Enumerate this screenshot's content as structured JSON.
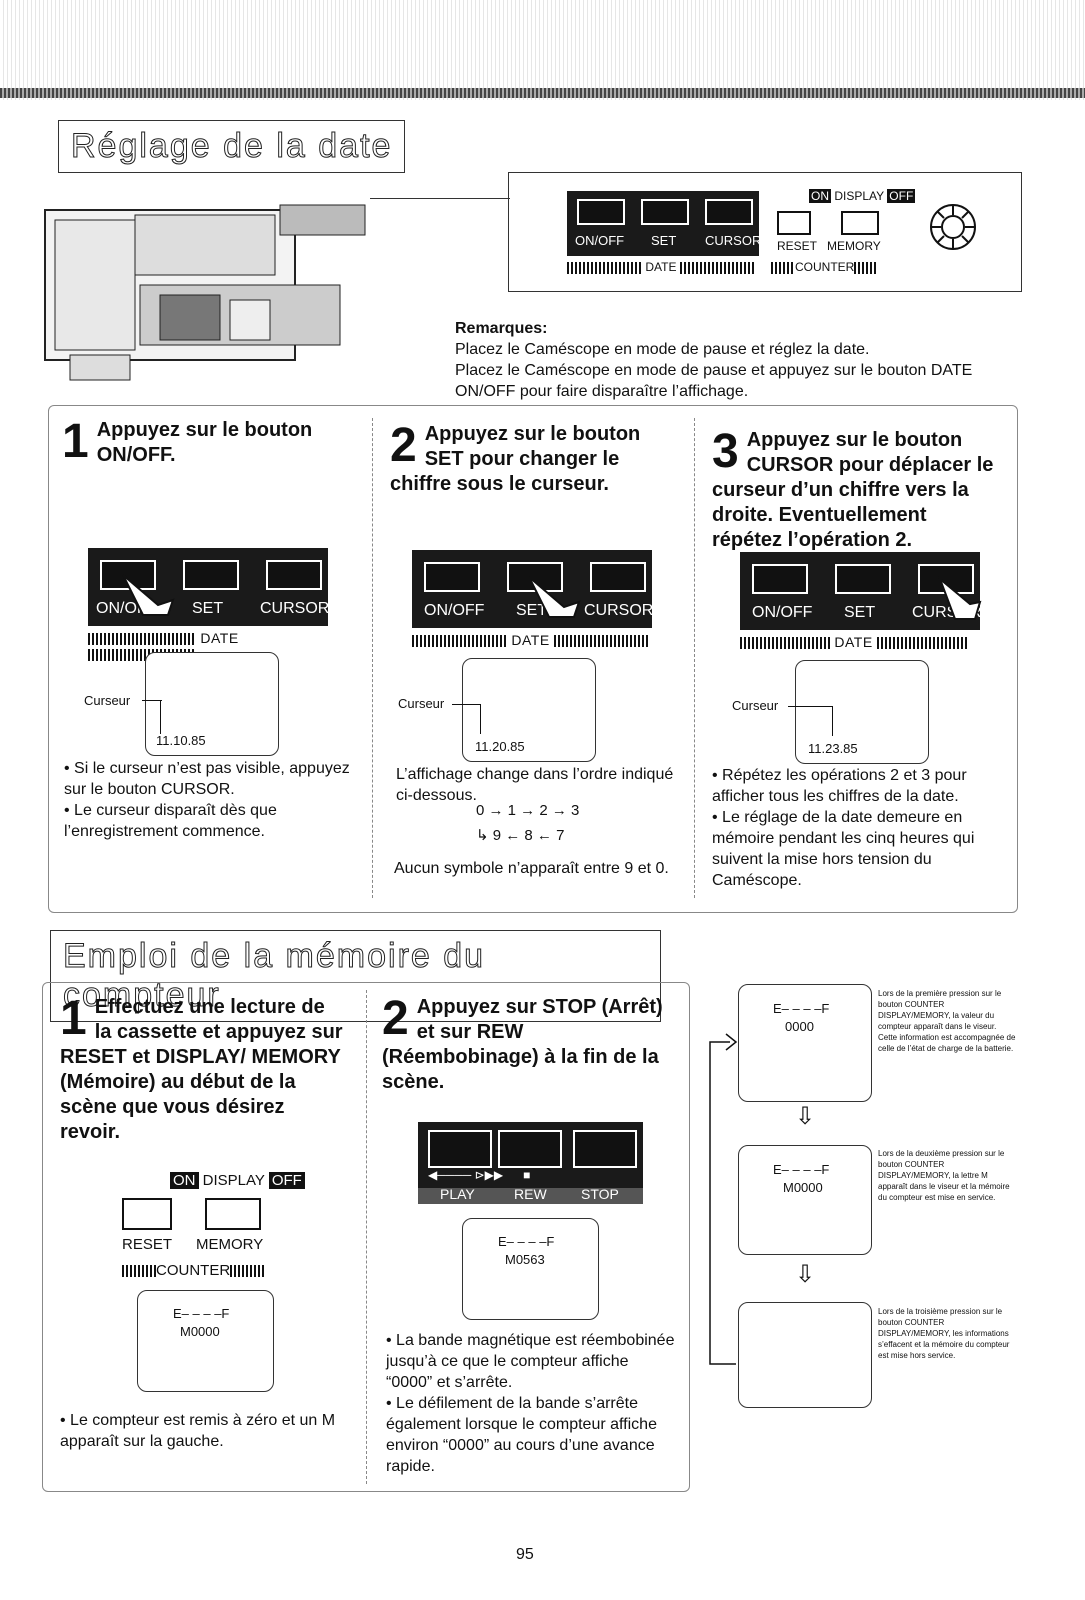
{
  "date_section": {
    "title": "Réglage de la date",
    "panel_buttons": {
      "on_off": "ON/OFF",
      "set": "SET",
      "cursor": "CURSOR",
      "date": "DATE",
      "display_on": "ON",
      "display": "DISPLAY",
      "display_off": "OFF",
      "reset": "RESET",
      "memory": "MEMORY",
      "counter": "COUNTER"
    },
    "remarks": {
      "heading": "Remarques:",
      "line1": "Placez le Caméscope en mode de pause et réglez la date.",
      "line2": "Placez le Caméscope en mode de pause et appuyez sur le bouton DATE ON/OFF pour faire disparaître l’affichage."
    },
    "steps": [
      {
        "num": "1",
        "heading": "Appuyez sur le bouton ON/OFF.",
        "cursor_label": "Curseur",
        "display": "11.10.85",
        "bullets": [
          "• Si le curseur n’est pas visible, appuyez sur le bouton CURSOR.",
          "• Le curseur disparaît dès que l’enregistrement commence."
        ]
      },
      {
        "num": "2",
        "heading": "Appuyez sur le bouton SET pour changer le chiffre sous le curseur.",
        "cursor_label": "Curseur",
        "display": "11.20.85",
        "text": "L’affichage change dans l’ordre indiqué ci-dessous.",
        "seq_top": "0 → 1 → 2 → 3",
        "seq_bottom": "↳ 9 ← 8 ← 7",
        "footer": "Aucun symbole n’apparaît entre 9 et 0."
      },
      {
        "num": "3",
        "heading": "Appuyez sur le bouton CURSOR pour déplacer le curseur d’un chiffre vers la droite. Eventuellement répétez l’opération 2.",
        "cursor_label": "Curseur",
        "display": "11.23.85",
        "bullets": [
          "• Répétez les opérations 2 et 3 pour afficher tous les chiffres de la date.",
          "• Le réglage de la date demeure en mémoire pendant les cinq heures qui suivent la mise hors tension du Caméscope."
        ]
      }
    ]
  },
  "counter_section": {
    "title": "Emploi de la mémoire du compteur",
    "steps": [
      {
        "num": "1",
        "heading": "Effectuez une lecture de la cassette et appuyez sur RESET et DISPLAY/ MEMORY (Mémoire) au début de la scène que vous désirez revoir.",
        "display_line1": "E– – – –F",
        "display_line2": "M0000",
        "bullet": "• Le compteur est remis à zéro et un M apparaît sur la gauche."
      },
      {
        "num": "2",
        "heading": "Appuyez sur STOP (Arrêt) et sur REW (Réembobinage) à la fin de la scène.",
        "play": "PLAY",
        "rew": "REW",
        "stop": "STOP",
        "display_line1": "E– – – –F",
        "display_line2": "M0563",
        "bullets": [
          "• La bande magnétique est réembobinée jusqu’à ce que le compteur affiche “0000” et s’arrête.",
          "• Le défilement de la bande s’arrête également lorsque le compteur affiche environ “0000” au cours d’une avance rapide."
        ]
      }
    ],
    "states": [
      {
        "line1": "E– – – –F",
        "line2": "0000",
        "note": "Lors de la première pression sur le bouton COUNTER DISPLAY/MEMORY, la valeur du compteur apparaît dans le viseur. Cette information est accompagnée de celle de l’état de charge de la batterie."
      },
      {
        "line1": "E– – – –F",
        "line2": "M0000",
        "note": "Lors de la deuxième pression sur le bouton COUNTER DISPLAY/MEMORY, la lettre M apparaît dans le viseur et la mémoire du compteur est mise en service."
      },
      {
        "line1": "",
        "line2": "",
        "note": "Lors de la troisième pression sur le bouton COUNTER DISPLAY/MEMORY, les informations s’effacent et la mémoire du compteur est mise hors service."
      }
    ]
  },
  "page_number": "95"
}
